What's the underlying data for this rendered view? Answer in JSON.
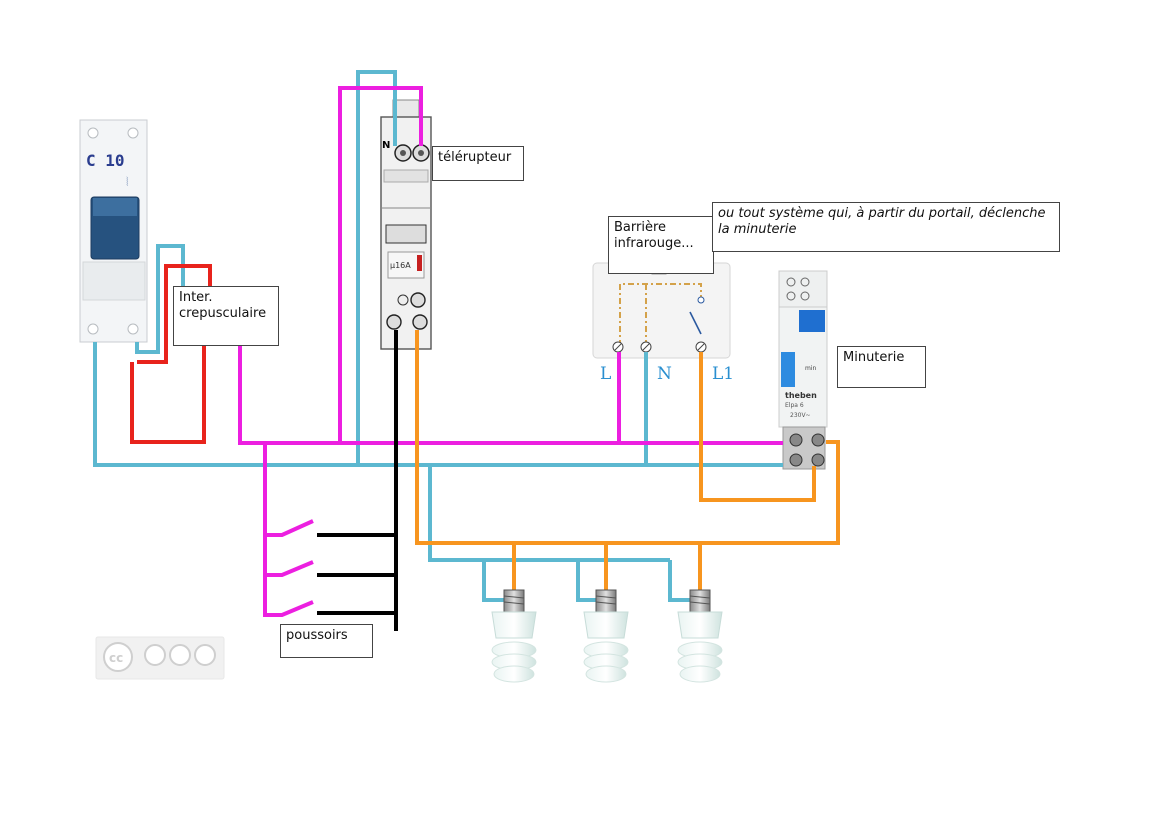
{
  "labels": {
    "breaker_rating": "C 10",
    "telerupteur": "télérupteur",
    "inter_crepusculaire": "Inter. crepusculaire",
    "barriere": "Barrière infrarouge...",
    "note": "ou tout système qui, à partir du portail, déclenche la minuterie",
    "minuterie": "Minuterie",
    "poussoirs": "poussoirs",
    "terminal_L": "L",
    "terminal_N": "N",
    "terminal_L1": "L1",
    "tele_N": "N",
    "tele_rating": "μ16A",
    "timer_brand": "theben",
    "timer_model": "Elpa 6",
    "timer_volt": "230V~",
    "timer_setting": "min"
  },
  "colors": {
    "phase": "#ec1fe0",
    "neutral": "#5cb8d0",
    "lamp": "#f7951f",
    "red": "#e8231c",
    "black": "#000000"
  }
}
